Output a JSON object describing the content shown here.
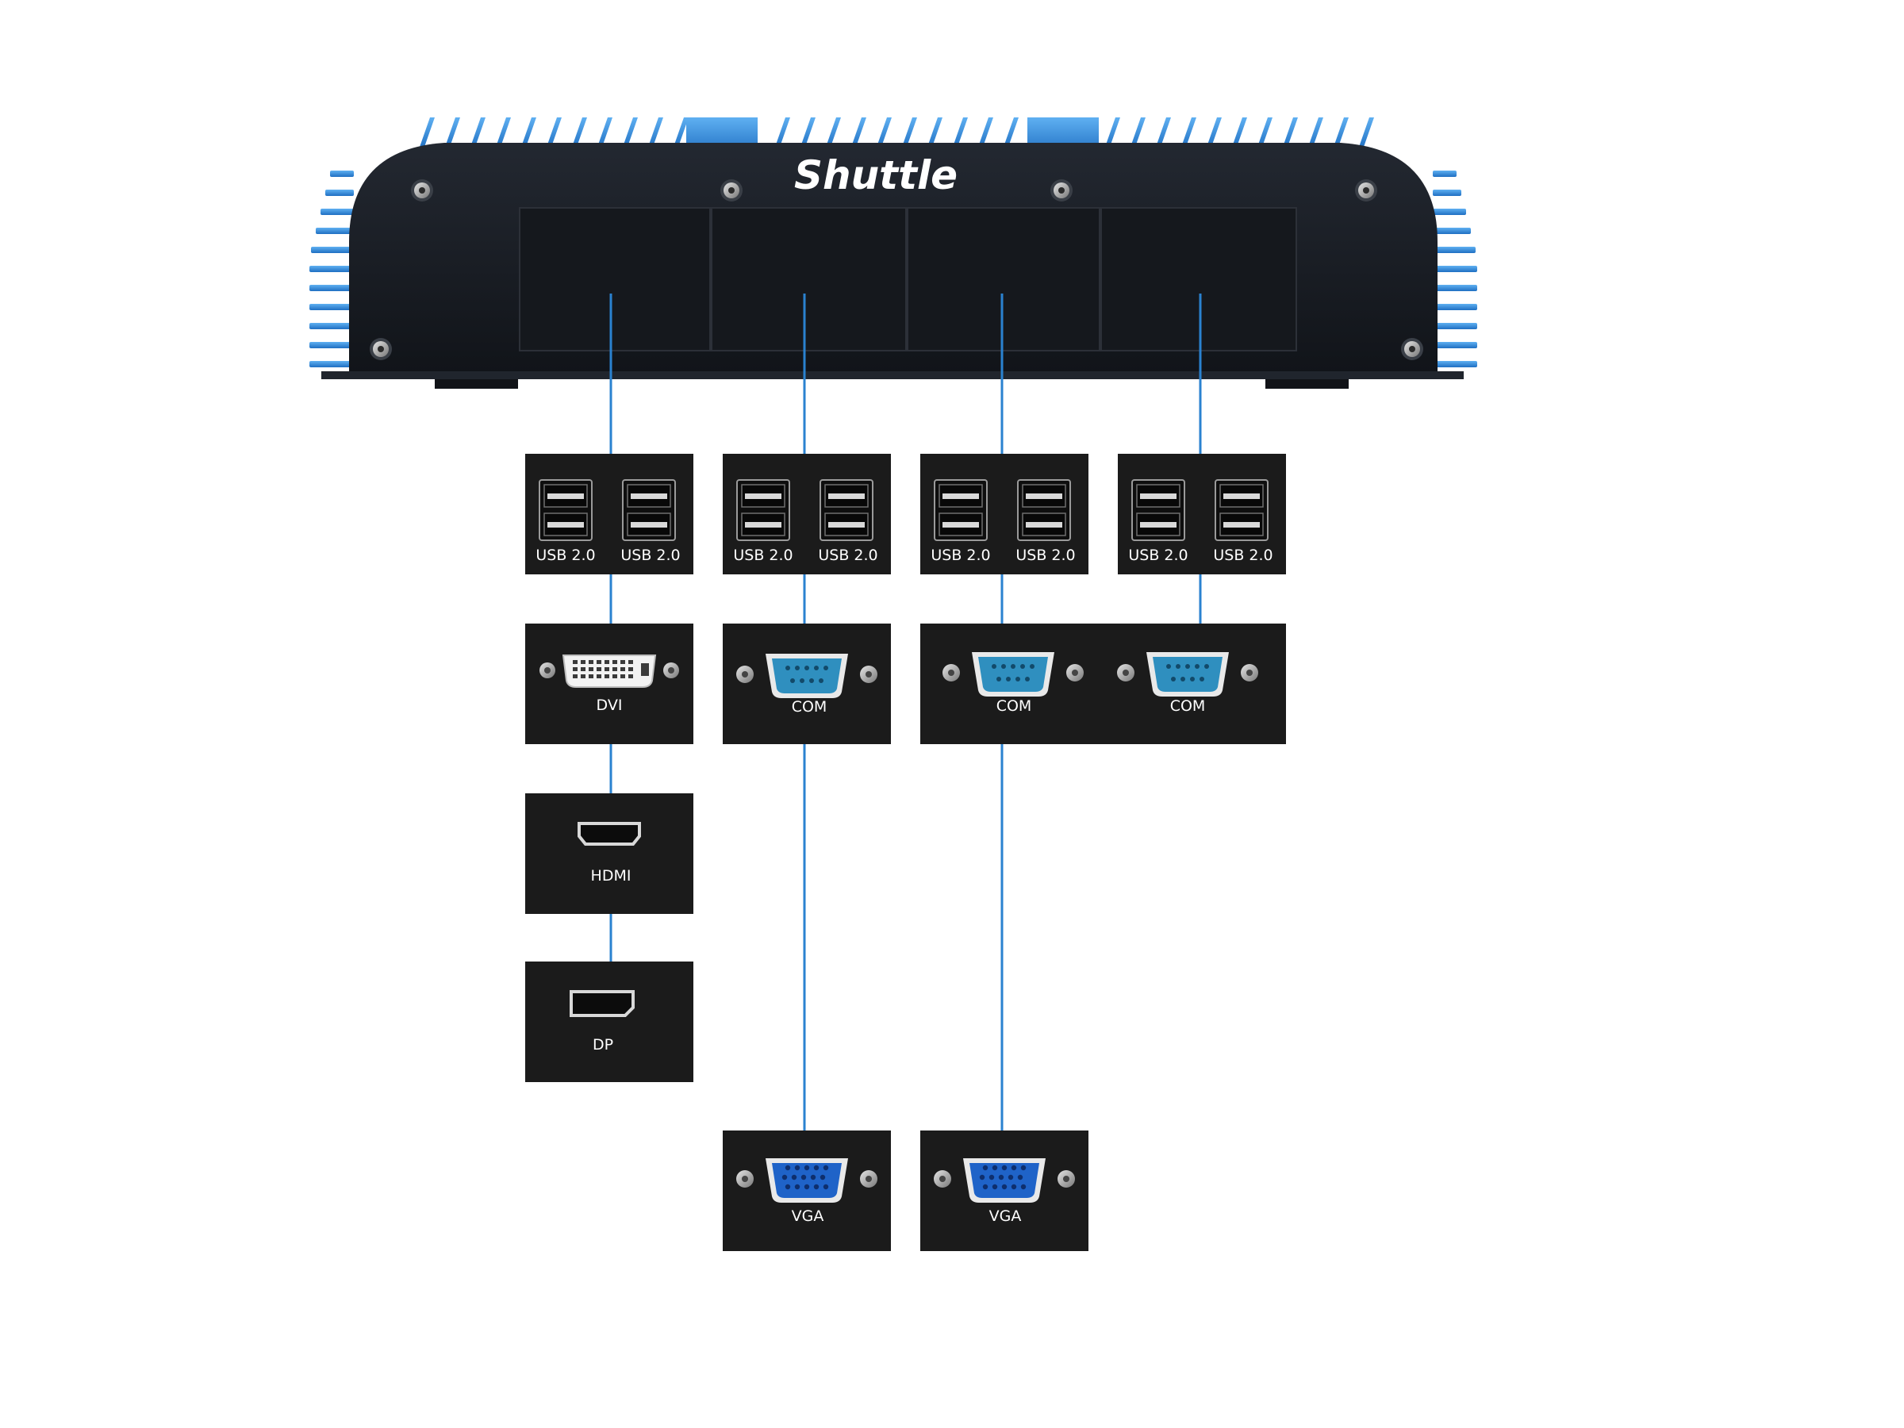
{
  "brand": {
    "name": "Shuttle"
  },
  "colors": {
    "chassis": "#161a20",
    "fin": "#2f86d8",
    "connector_line": "#2a82d0",
    "panel": "#1b1b1b",
    "com_blue": "#2f8fbf",
    "vga_blue": "#1f63c8"
  },
  "modules": {
    "m1": {
      "usb": {
        "left_label": "USB 2.0",
        "right_label": "USB 2.0"
      },
      "dvi_label": "DVI",
      "hdmi_label": "HDMI",
      "dp_label": "DP"
    },
    "m2": {
      "usb": {
        "left_label": "USB 2.0",
        "right_label": "USB 2.0"
      },
      "com_label": "COM",
      "vga_label": "VGA"
    },
    "m3": {
      "usb": {
        "left_label": "USB 2.0",
        "right_label": "USB 2.0"
      },
      "com_label": "COM",
      "vga_label": "VGA"
    },
    "m4": {
      "usb": {
        "left_label": "USB 2.0",
        "right_label": "USB 2.0"
      },
      "com_label": "COM"
    }
  }
}
